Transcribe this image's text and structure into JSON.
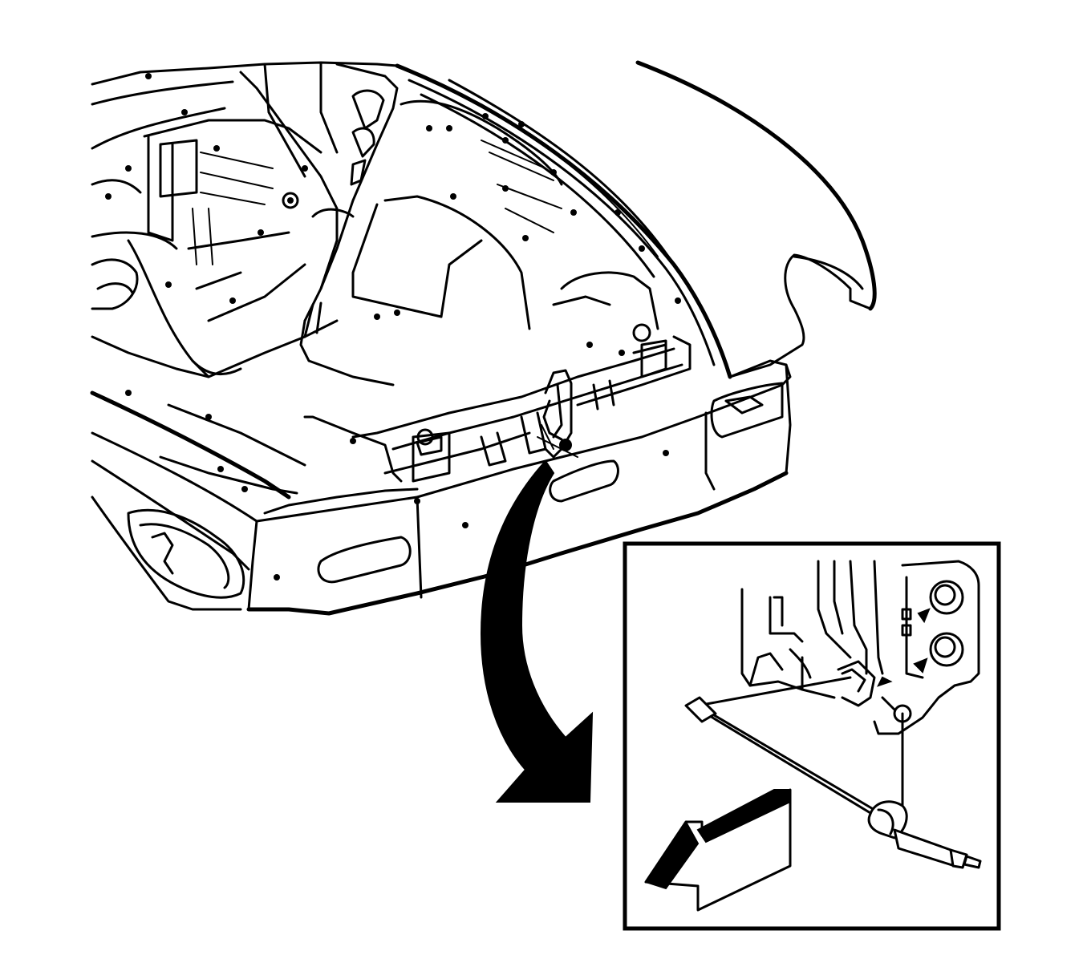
{
  "figure": {
    "type": "service-procedure-illustration",
    "main_view": "front-end-structure-with-hood-latch-area",
    "detail_view": "hood-release-cable-at-latch",
    "callout": "curved-arrow-to-detail-inset",
    "direction_indicator": "front-of-vehicle-arrow",
    "colors": {
      "line": "#000000",
      "background": "#ffffff"
    }
  }
}
